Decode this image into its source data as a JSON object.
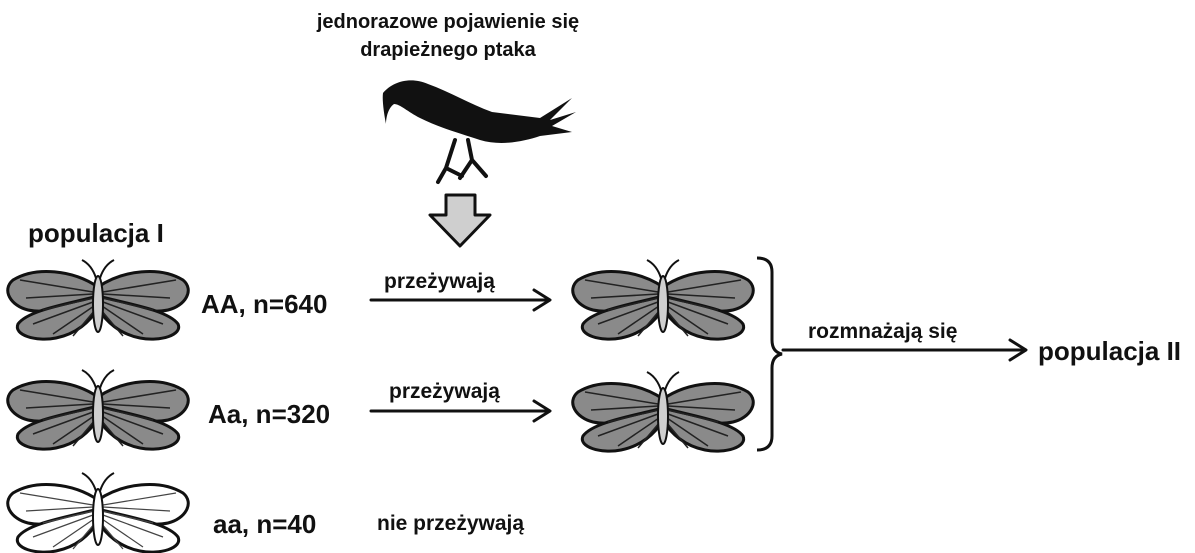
{
  "bird_caption": "jednorazowe pojawienie się drapieżnego ptaka",
  "population_1_label": "populacja I",
  "population_2_label": "populacja II",
  "genotypes": [
    {
      "label": "AA,  n=640",
      "survival": "przeżywają",
      "survives": true
    },
    {
      "label": "Aa,  n=320",
      "survival": "przeżywają",
      "survives": true
    },
    {
      "label": "aa,  n=40",
      "survival": "nie przeżywają",
      "survives": false
    }
  ],
  "reproduce_label": "rozmnażają się",
  "colors": {
    "wing_dark": "#8a8a8a",
    "wing_light": "#ffffff",
    "bird": "#111111",
    "selection_arrow": "#cfcfcf"
  }
}
